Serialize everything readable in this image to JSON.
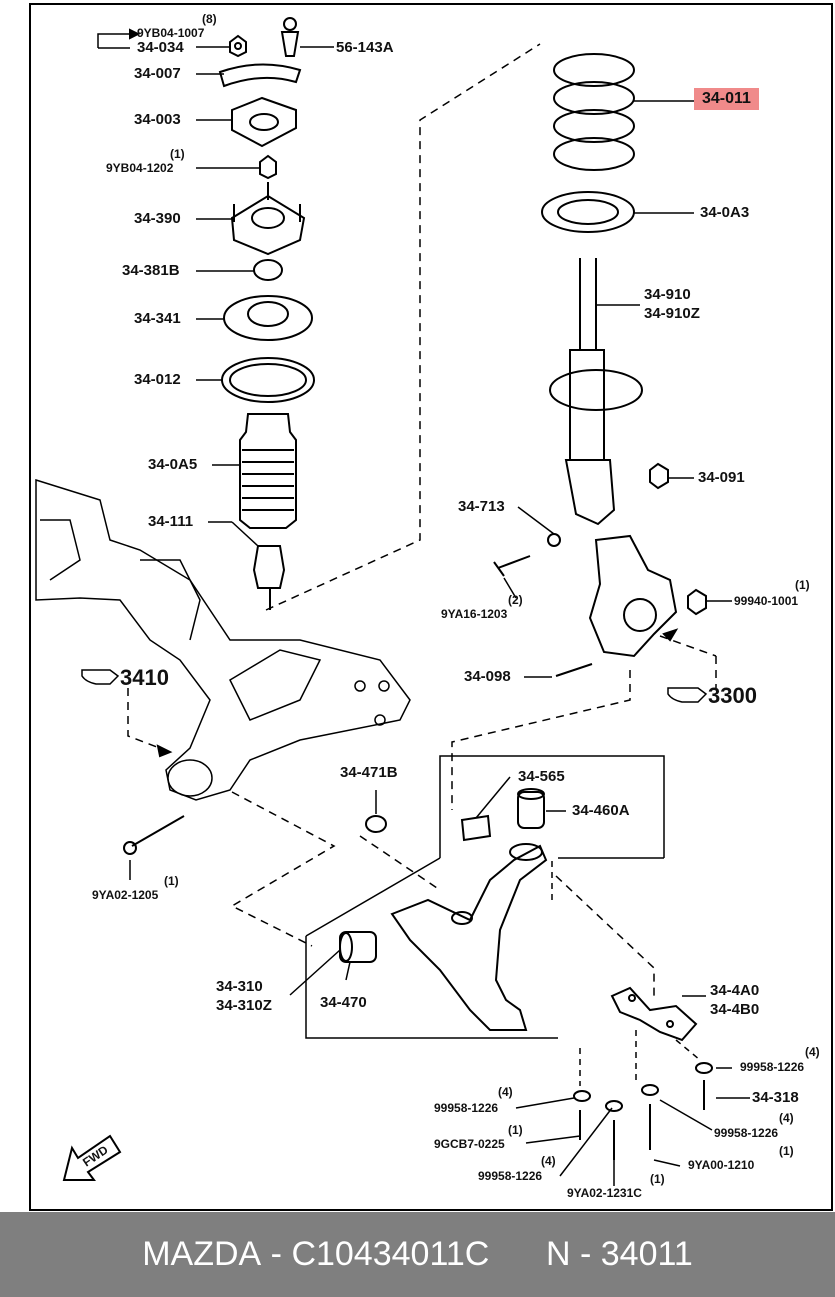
{
  "highlight_color": "#f08a8a",
  "footer": {
    "brand": "MAZDA",
    "sep1": " - ",
    "code": "C10434011C",
    "gap": "      ",
    "group": "N - 34011"
  },
  "labels": {
    "l_9yb04_1007_qty": "(8)",
    "l_9yb04_1007": "9YB04-1007",
    "l_34_034": "34-034",
    "l_56_143a": "56-143A",
    "l_34_007": "34-007",
    "l_34_003": "34-003",
    "l_9yb04_1202_qty": "(1)",
    "l_9yb04_1202": "9YB04-1202",
    "l_34_390": "34-390",
    "l_34_381b": "34-381B",
    "l_34_341": "34-341",
    "l_34_012": "34-012",
    "l_34_0a5": "34-0A5",
    "l_34_111": "34-111",
    "l_34_011": "34-011",
    "l_34_0a3": "34-0A3",
    "l_34_910": "34-910",
    "l_34_910z": "34-910Z",
    "l_34_091": "34-091",
    "l_34_713": "34-713",
    "l_9ya16_1203_qty": "(2)",
    "l_9ya16_1203": "9YA16-1203",
    "l_99940_1001_qty": "(1)",
    "l_99940_1001": "99940-1001",
    "l_34_098": "34-098",
    "l_3410": "3410",
    "l_3300": "3300",
    "l_34_471b": "34-471B",
    "l_34_565": "34-565",
    "l_34_460a": "34-460A",
    "l_9ya02_1205_qty": "(1)",
    "l_9ya02_1205": "9YA02-1205",
    "l_34_310": "34-310",
    "l_34_310z": "34-310Z",
    "l_34_470": "34-470",
    "l_34_4a0": "34-4A0",
    "l_34_4b0": "34-4B0",
    "l_99958_1226a_qty": "(4)",
    "l_99958_1226a": "99958-1226",
    "l_34_318": "34-318",
    "l_99958_1226b_qty": "(4)",
    "l_99958_1226b": "99958-1226",
    "l_99958_1226c_qty": "(4)",
    "l_99958_1226c": "99958-1226",
    "l_9gcb7_0225_qty": "(1)",
    "l_9gcb7_0225": "9GCB7-0225",
    "l_9ya00_1210_qty": "(1)",
    "l_9ya00_1210": "9YA00-1210",
    "l_99958_1226d_qty": "(4)",
    "l_99958_1226d": "99958-1226",
    "l_9ya02_1231c_qty": "(1)",
    "l_9ya02_1231c": "9YA02-1231C",
    "fwd": "FWD"
  }
}
